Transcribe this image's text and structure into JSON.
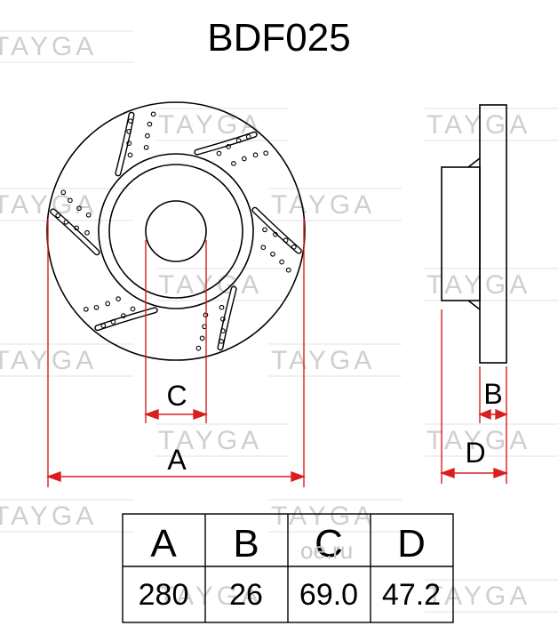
{
  "title": "BDF025",
  "watermark": {
    "brand": "TAYGA",
    "overlay": "oe.ru"
  },
  "labels": {
    "a": "A",
    "b": "B",
    "c": "C",
    "d": "D"
  },
  "table": {
    "headers": [
      "A",
      "B",
      "C",
      "D"
    ],
    "values": [
      "280",
      "26",
      "69.0",
      "47.2"
    ]
  },
  "colors": {
    "dimension": "#d81e1e",
    "line": "#000000",
    "watermark": "#c8c8c8"
  }
}
